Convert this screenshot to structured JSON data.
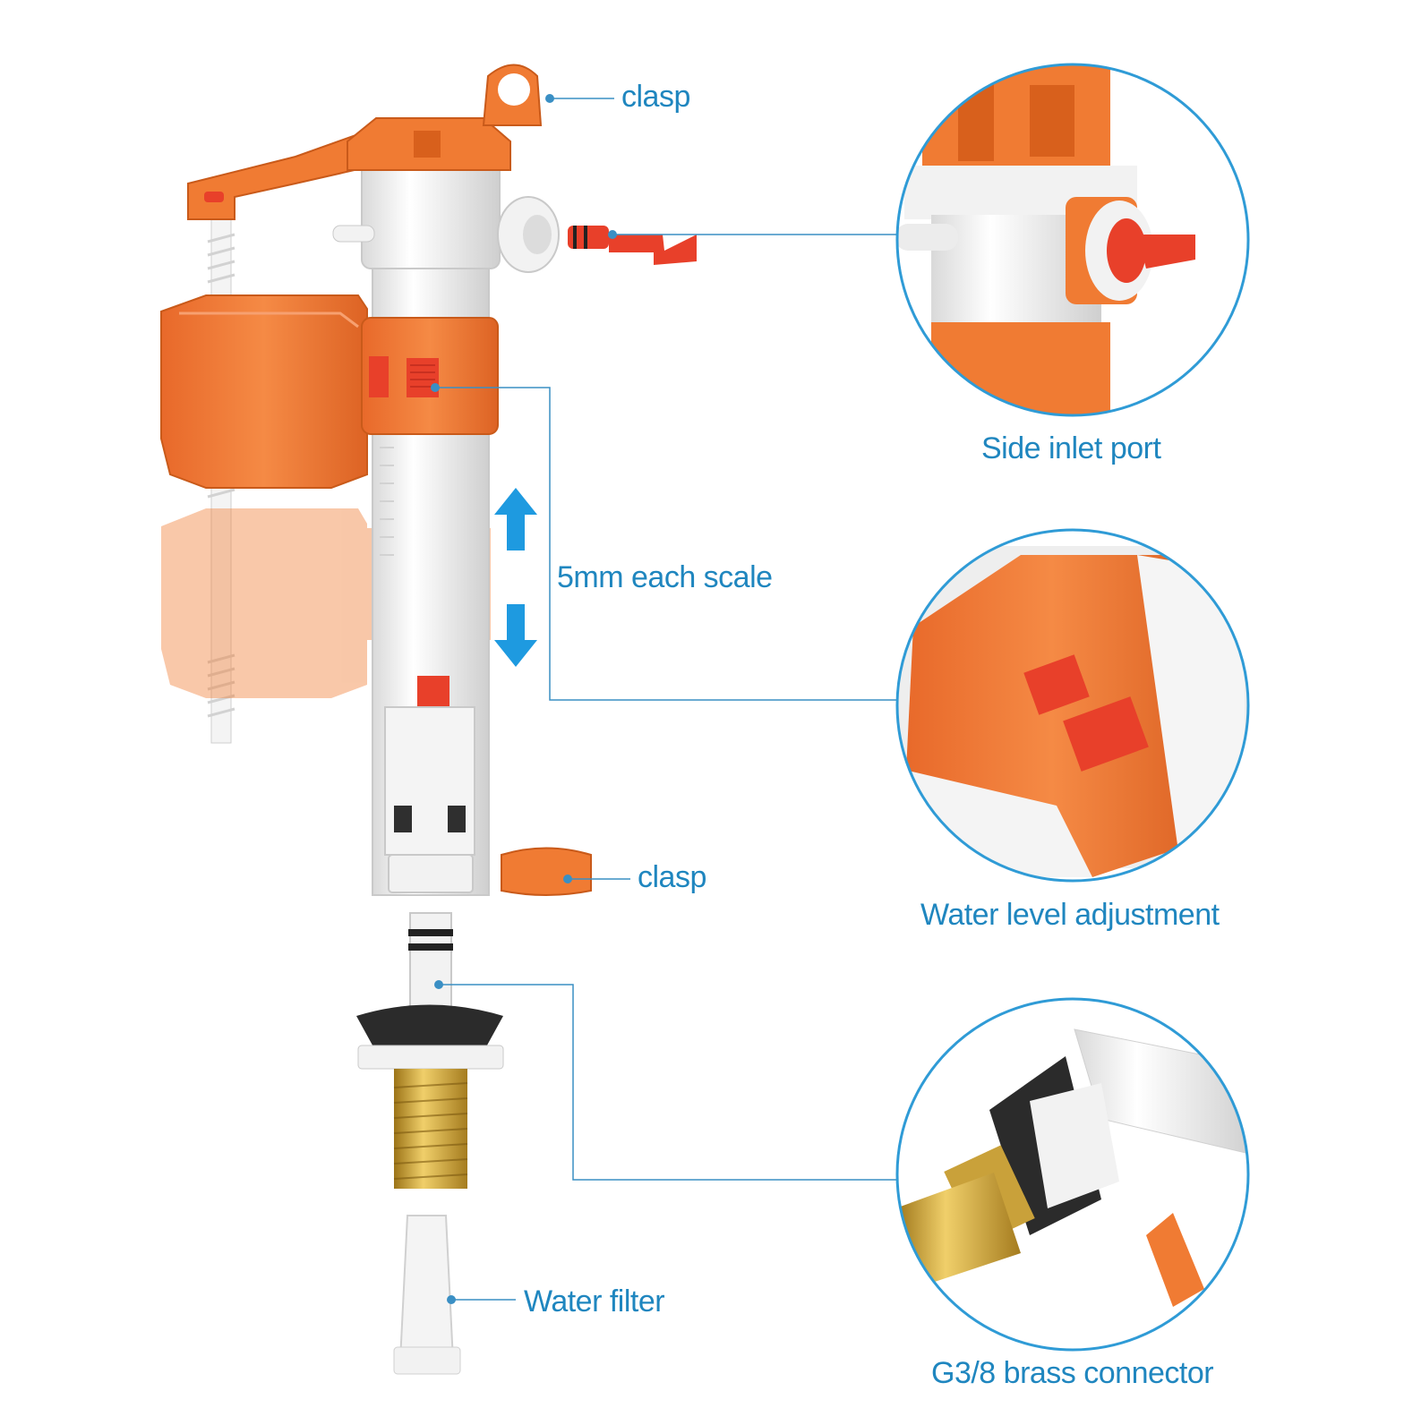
{
  "labels": {
    "clasp_top": "clasp",
    "scale": "5mm each scale",
    "clasp_bottom": "clasp",
    "water_filter": "Water filter",
    "side_inlet": "Side inlet port",
    "water_level": "Water level adjustment",
    "brass_connector": "G3/8 brass connector"
  },
  "colors": {
    "label": "#1f86bf",
    "leader_line": "#3a8fc4",
    "orange": "#f07b33",
    "orange_dark": "#d8601c",
    "red": "#e8402a",
    "white_part": "#f2f2f2",
    "grey_edge": "#c9c9c9",
    "brass": "#c9a13a",
    "rubber": "#2b2b2b",
    "arrow": "#1e9ae0"
  },
  "icons": [
    "up-down-arrow-icon"
  ]
}
